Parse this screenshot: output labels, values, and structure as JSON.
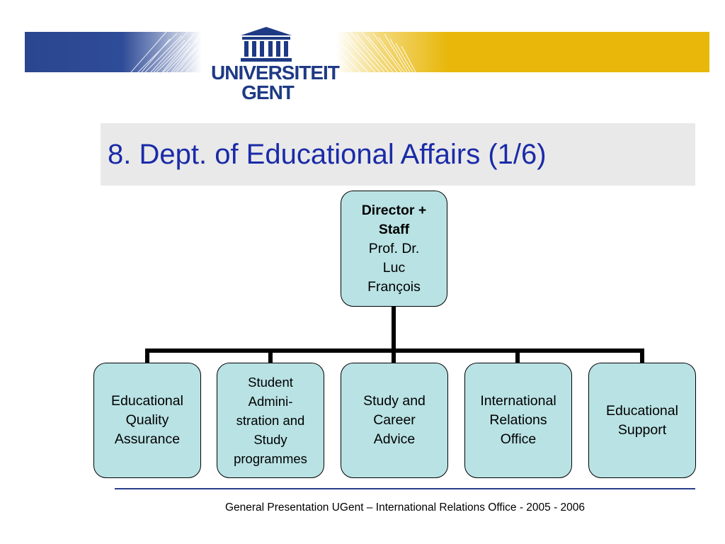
{
  "header": {
    "logo_line1": "UNIVERSITEIT",
    "logo_line2": "GENT",
    "colors": {
      "brand_blue": "#2b4690",
      "brand_yellow": "#e8b70a",
      "logo_text": "#1e3a85"
    }
  },
  "title": {
    "text": "8. Dept. of Educational Affairs (1/6)",
    "color": "#1a2ba8",
    "background": "#e9e9e9"
  },
  "org_chart": {
    "node_fill": "#b9e2e4",
    "director": {
      "heading_line1": "Director +",
      "heading_line2": "Staff",
      "name_line1": "Prof. Dr.",
      "name_line2": "Luc",
      "name_line3": "François"
    },
    "units": [
      {
        "lines": [
          "Educational",
          "Quality",
          "Assurance"
        ]
      },
      {
        "lines": [
          "Student",
          "Admini-",
          "stration and",
          "Study",
          "programmes"
        ]
      },
      {
        "lines": [
          "Study and",
          "Career",
          "Advice"
        ]
      },
      {
        "lines": [
          "International",
          "Relations",
          "Office"
        ]
      },
      {
        "lines": [
          "Educational",
          "Support"
        ]
      }
    ]
  },
  "footer": {
    "text": "General Presentation UGent – International Relations Office - 2005 - 2006",
    "line_color": "#2a3e8c"
  }
}
